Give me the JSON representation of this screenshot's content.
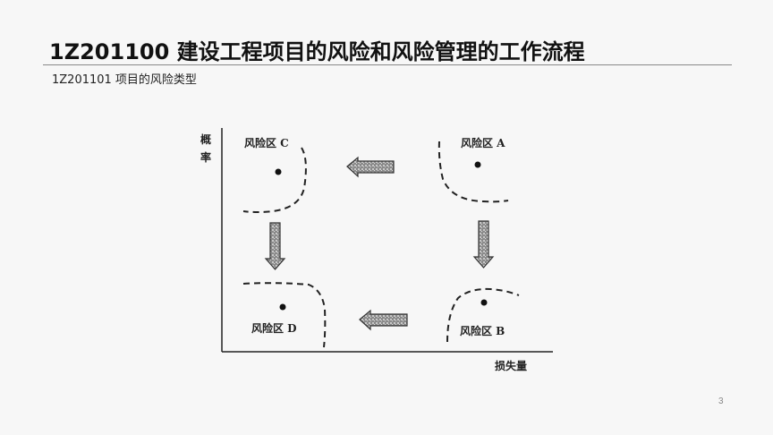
{
  "header": {
    "title": "1Z201100  建设工程项目的风险和风险管理的工作流程",
    "subtitle": "1Z201101  项目的风险类型"
  },
  "diagram": {
    "y_axis_label": "概率",
    "y_axis_chars": [
      "概",
      "率"
    ],
    "x_axis_label": "损失量",
    "zones": {
      "A": "风险区 A",
      "B": "风险区 B",
      "C": "风险区 C",
      "D": "风险区 D"
    },
    "arrows": [
      {
        "from": "A",
        "to": "C",
        "direction": "left"
      },
      {
        "from": "A",
        "to": "B",
        "direction": "down"
      },
      {
        "from": "C",
        "to": "D",
        "direction": "down"
      },
      {
        "from": "B",
        "to": "D",
        "direction": "left"
      }
    ]
  },
  "footer": {
    "page_number": "3"
  }
}
